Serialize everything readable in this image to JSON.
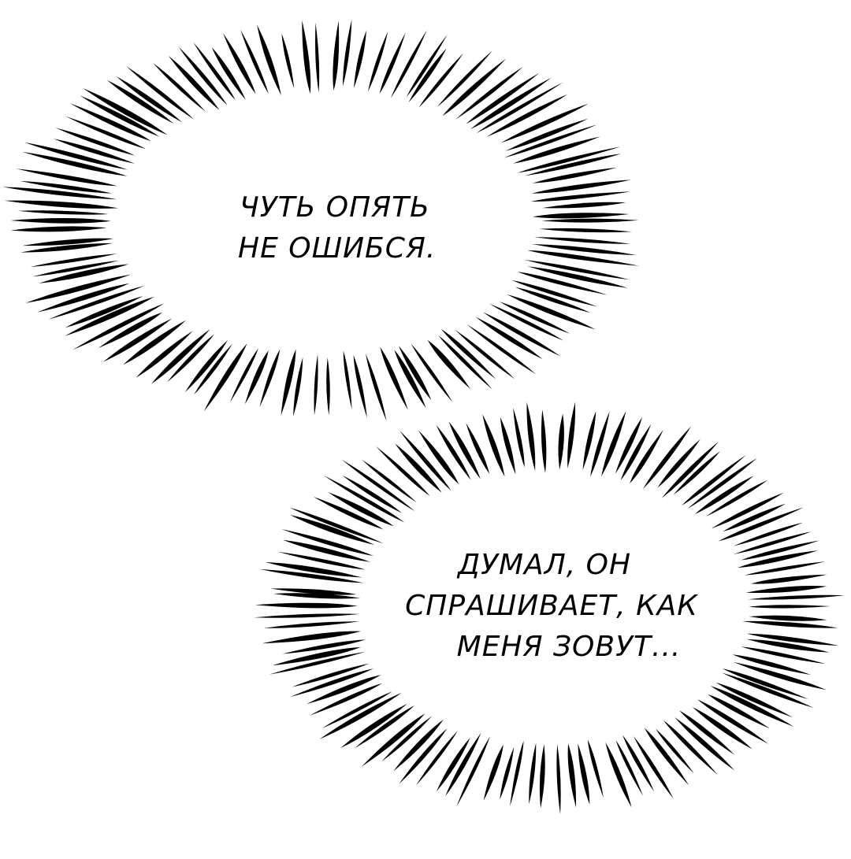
{
  "bubbles": [
    {
      "lines": [
        "ЧУТЬ ОПЯТЬ",
        "НЕ ОШИБСЯ."
      ]
    },
    {
      "lines": [
        "ДУМАЛ, ОН",
        "СПРАШИВАЕТ, КАК",
        "МЕНЯ ЗОВУТ..."
      ]
    }
  ],
  "colors": {
    "background": "#ffffff",
    "ink": "#000000"
  }
}
